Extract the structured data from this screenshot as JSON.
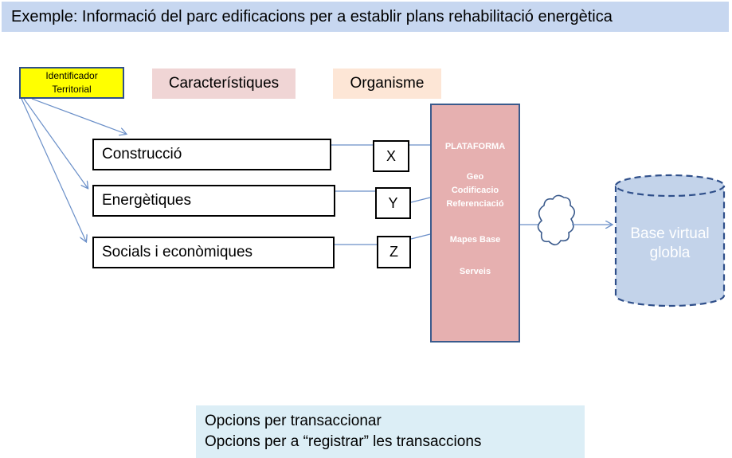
{
  "title": "Exemple: Informació del parc edificacions per a establir plans rehabilitació energètica",
  "identifier": {
    "line1": "Identificador",
    "line2": "Territorial"
  },
  "tags": {
    "characteristics": "Característiques",
    "organism": "Organisme"
  },
  "categories": [
    {
      "label": "Construcció",
      "code": "X"
    },
    {
      "label": "Energètiques",
      "code": "Y"
    },
    {
      "label": "Socials i econòmiques",
      "code": "Z"
    }
  ],
  "platform": {
    "title": "PLATAFORMA",
    "geo": "Geo",
    "codification": "Codificacio",
    "referencing": "Referenciació",
    "base_maps": "Mapes Base",
    "services": "Serveis"
  },
  "database": {
    "line1": "Base virtual",
    "line2": "globla"
  },
  "options": {
    "line1": "Opcions per transaccionar",
    "line2": "Opcions per a “registrar” les transaccions"
  },
  "colors": {
    "title_banner": "#c7d7f0",
    "identifier_fill": "#ffff00",
    "platform_fill": "#e6b0b0",
    "database_fill": "#c3d3ea",
    "connector": "#6a8fc8"
  }
}
